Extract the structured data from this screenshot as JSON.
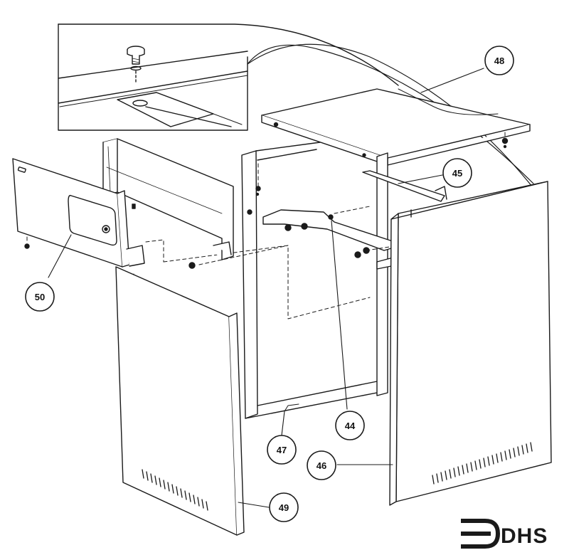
{
  "diagram": {
    "callouts": [
      {
        "id": "c48",
        "label": "48"
      },
      {
        "id": "c45",
        "label": "45"
      },
      {
        "id": "c50",
        "label": "50"
      },
      {
        "id": "c44",
        "label": "44"
      },
      {
        "id": "c47",
        "label": "47"
      },
      {
        "id": "c46",
        "label": "46"
      },
      {
        "id": "c49",
        "label": "49"
      }
    ]
  },
  "logo": {
    "text": "DHS"
  }
}
